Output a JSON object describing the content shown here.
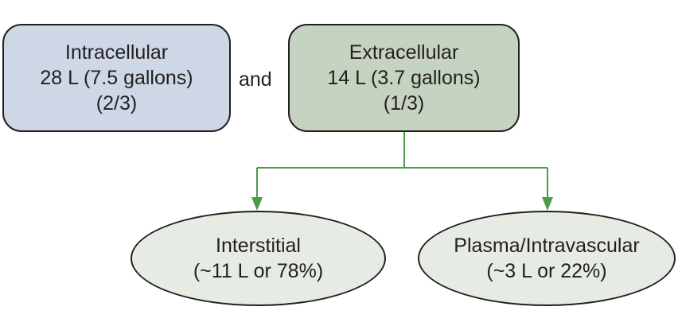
{
  "diagram": {
    "intracellular": {
      "title": "Intracellular",
      "volume": "28 L (7.5 gallons)",
      "fraction": "(2/3)"
    },
    "conjunction": "and",
    "extracellular": {
      "title": "Extracellular",
      "volume": "14 L (3.7 gallons)",
      "fraction": "(1/3)"
    },
    "interstitial": {
      "title": "Interstitial",
      "detail": "(~11 L or 78%)"
    },
    "plasma": {
      "title": "Plasma/Intravascular",
      "detail": "(~3 L or 22%)"
    },
    "colors": {
      "intracellular_fill": "#cdd7e6",
      "extracellular_fill": "#c6d3c0",
      "subcompartment_fill": "#e6ebe3",
      "connector": "#4e9a4b",
      "outline": "#231f20"
    }
  }
}
